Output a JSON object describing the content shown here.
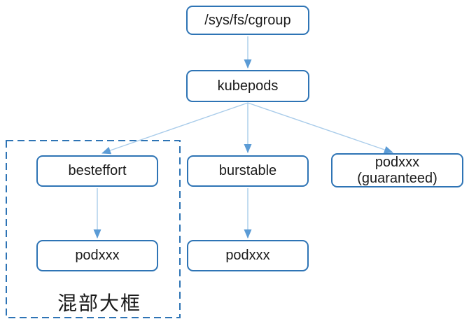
{
  "diagram": {
    "type": "tree",
    "nodes": {
      "root": {
        "label": "/sys/fs/cgroup"
      },
      "kubepods": {
        "label": "kubepods"
      },
      "besteffort": {
        "label": "besteffort"
      },
      "burstable": {
        "label": "burstable"
      },
      "guaranteed": {
        "label": "podxxx\n(guaranteed)"
      },
      "besteffort_pod": {
        "label": "podxxx"
      },
      "burstable_pod": {
        "label": "podxxx"
      }
    },
    "edges": [
      {
        "from": "root",
        "to": "kubepods"
      },
      {
        "from": "kubepods",
        "to": "besteffort"
      },
      {
        "from": "kubepods",
        "to": "burstable"
      },
      {
        "from": "kubepods",
        "to": "guaranteed"
      },
      {
        "from": "besteffort",
        "to": "besteffort_pod"
      },
      {
        "from": "burstable",
        "to": "burstable_pod"
      }
    ],
    "group": {
      "members": [
        "besteffort",
        "besteffort_pod"
      ],
      "annotation": {
        "label": "混部大框"
      }
    }
  },
  "colors": {
    "background": "#FFFFFF",
    "box_border": "#2E74B5",
    "box_fill": "#FFFFFF",
    "arrow_shaft": "#A9CCEA",
    "arrow_head": "#5B9BD5",
    "dashed_border": "#2E74B5",
    "text": "#1A1A1A"
  }
}
